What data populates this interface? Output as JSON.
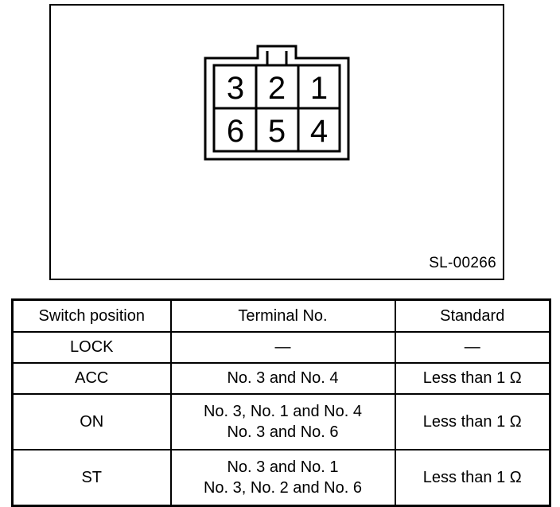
{
  "figure": {
    "label": "SL-00266",
    "connector": {
      "name": "ignition-switch-connector",
      "rows": [
        [
          "3",
          "2",
          "1"
        ],
        [
          "6",
          "5",
          "4"
        ]
      ]
    }
  },
  "table": {
    "headers": [
      "Switch position",
      "Terminal No.",
      "Standard"
    ],
    "rows": [
      {
        "position": "LOCK",
        "terminals": [
          "—"
        ],
        "standard": "—"
      },
      {
        "position": "ACC",
        "terminals": [
          "No. 3 and No. 4"
        ],
        "standard": "Less than 1 Ω"
      },
      {
        "position": "ON",
        "terminals": [
          "No. 3, No. 1 and No. 4",
          "No. 3 and No. 6"
        ],
        "standard": "Less than 1 Ω"
      },
      {
        "position": "ST",
        "terminals": [
          "No. 3 and No. 1",
          "No. 3, No. 2 and No. 6"
        ],
        "standard": "Less than 1 Ω"
      }
    ]
  },
  "colors": {
    "line": "#000000",
    "background": "#ffffff"
  }
}
